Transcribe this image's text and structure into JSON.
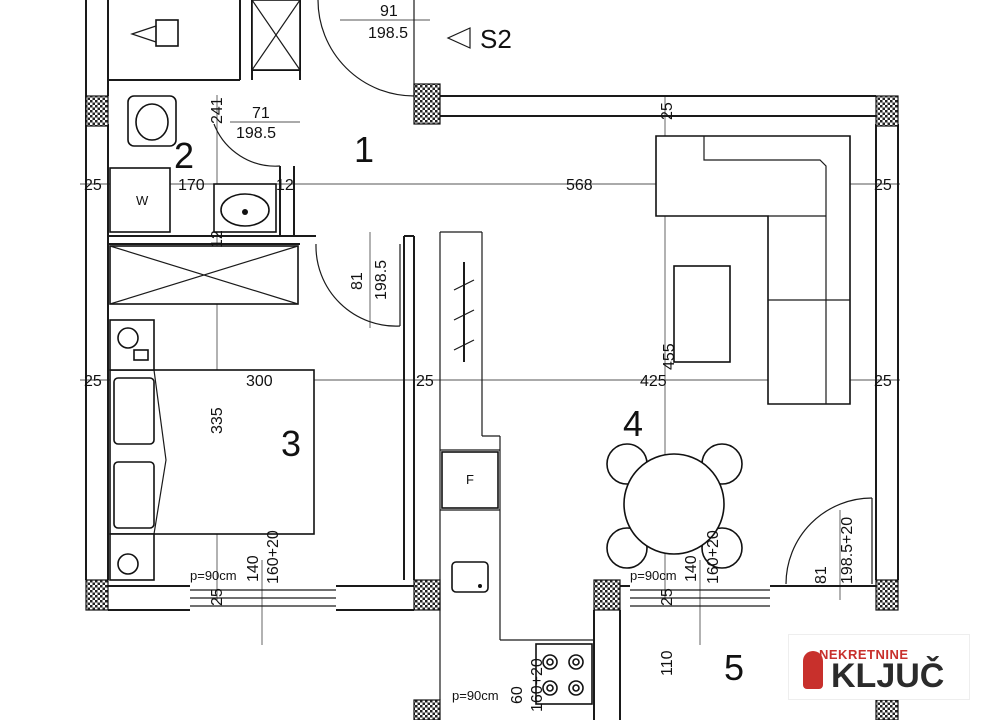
{
  "section_marker": {
    "label": "S2"
  },
  "rooms": [
    {
      "number": "1"
    },
    {
      "number": "2"
    },
    {
      "number": "3"
    },
    {
      "number": "4"
    },
    {
      "number": "5"
    }
  ],
  "dimensions": {
    "top_door": "91",
    "top_door_h": "198.5",
    "bath_door": "71",
    "bath_door_h": "198.5",
    "bath_side": "241",
    "left_a": "25",
    "bath_w": "170",
    "bath_wall": "12",
    "living_w": "568",
    "right_a": "25",
    "left_b": "25",
    "bed_w": "300",
    "mid_wall": "25",
    "kitchen_w": "425",
    "right_b": "25",
    "top_wall": "25",
    "living_h": "455",
    "bed_door": "81",
    "bed_door_h": "198.5",
    "bath_wall_v": "12",
    "bed_h": "335",
    "win_bed": "p=90cm",
    "win_bed_w": "140",
    "win_bed_h": "160+20",
    "win_bed_wall": "25",
    "win_liv": "p=90cm",
    "win_liv_w": "140",
    "win_liv_h": "160+20",
    "win_liv_wall": "25",
    "entry_door": "81",
    "entry_door_h": "198.5+20",
    "balcony": "110",
    "win_kit": "p=90cm",
    "win_kit_w": "60",
    "win_kit_h": "160+20"
  },
  "fixtures": {
    "washer": "W",
    "fridge": "F"
  },
  "logo": {
    "top": "NEKRETNINE",
    "main": "KLJUČ",
    "brand_color": "#c8302c"
  }
}
